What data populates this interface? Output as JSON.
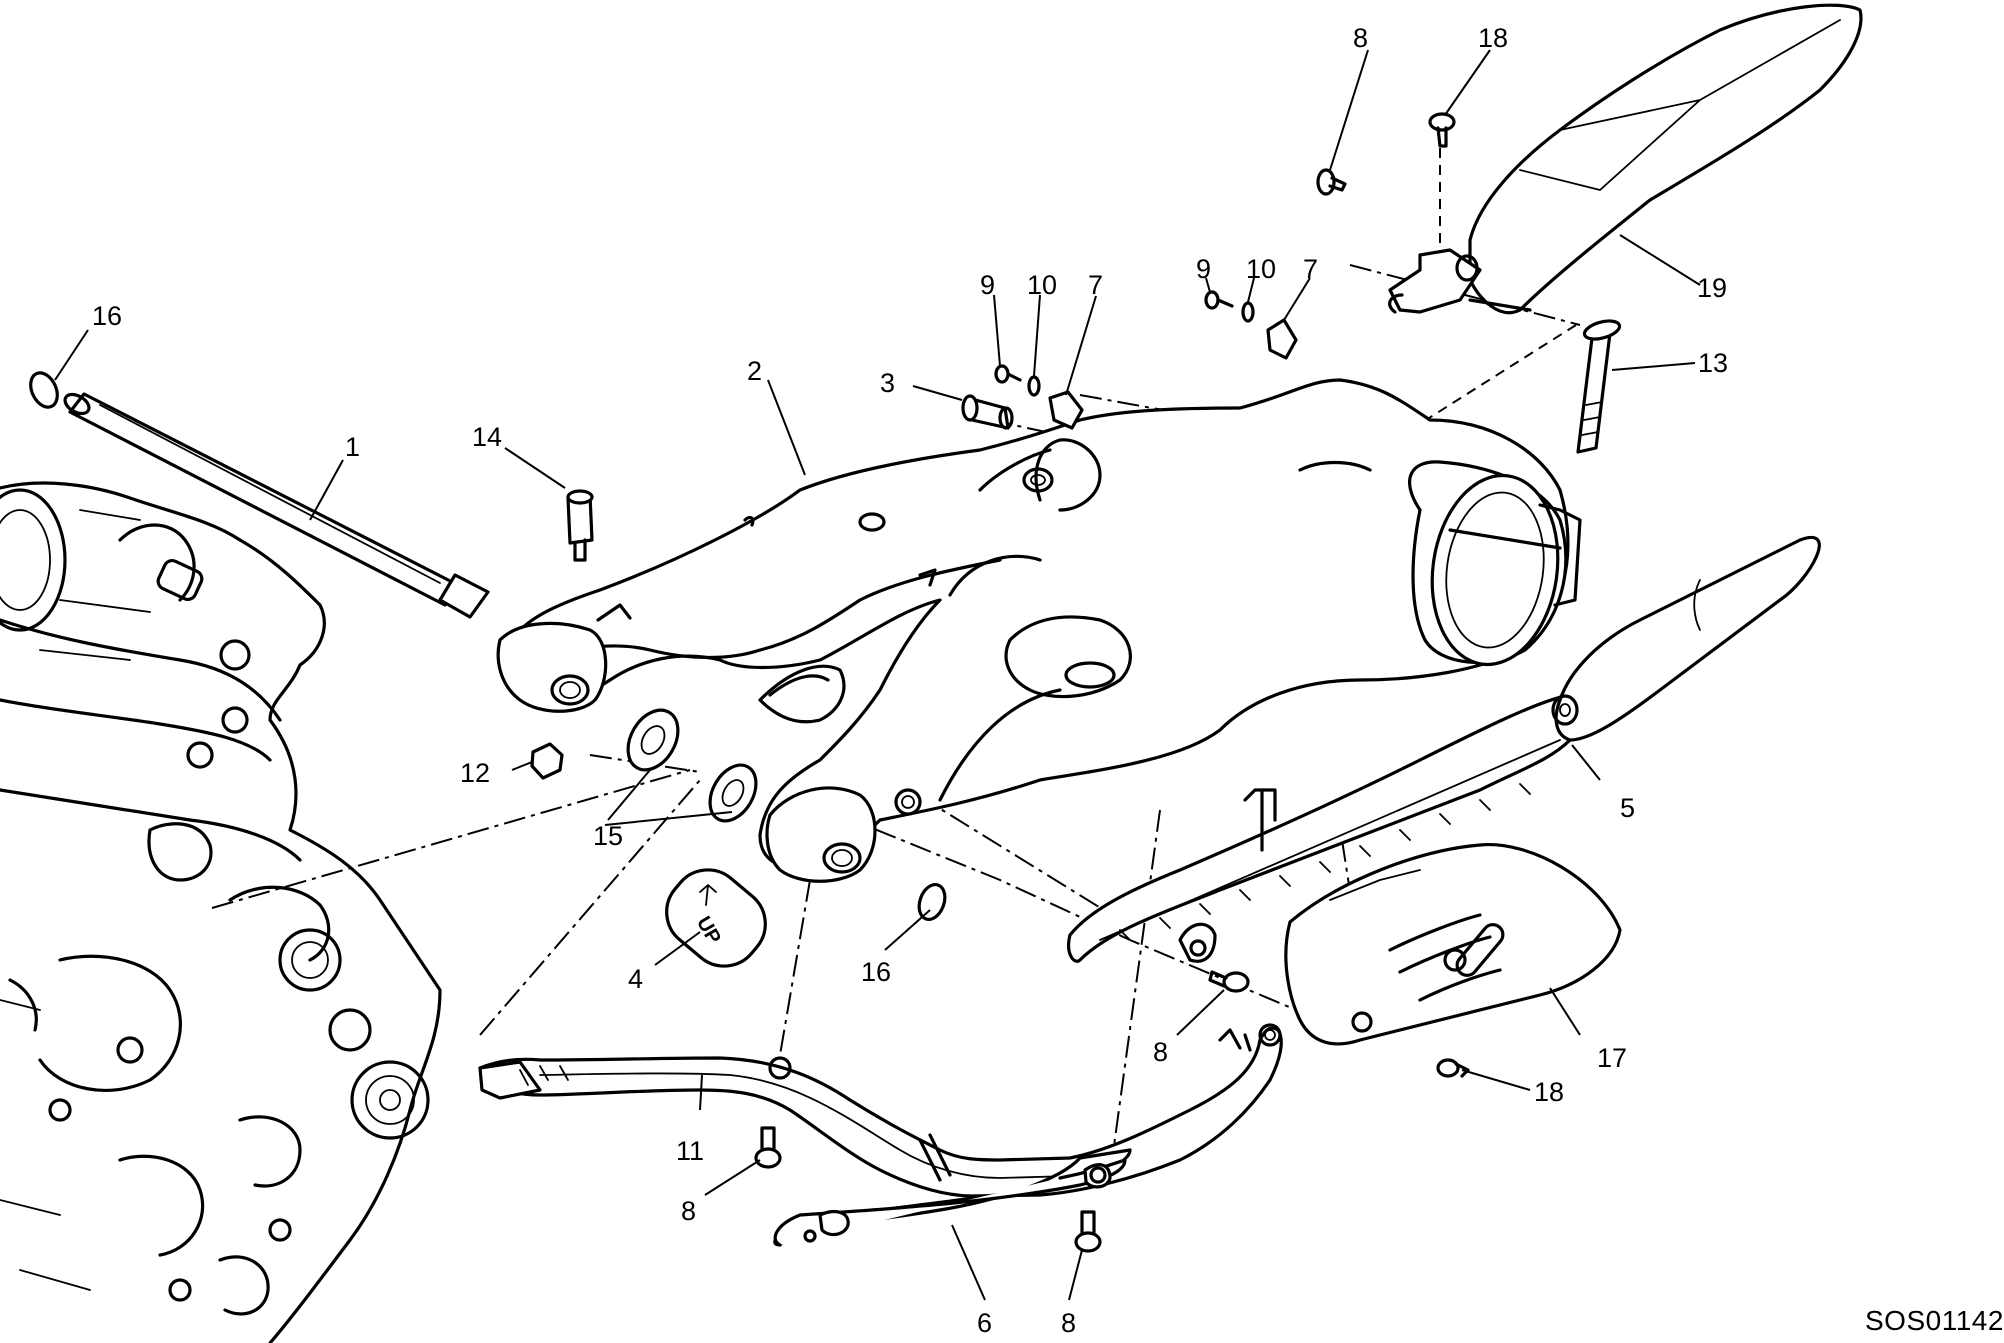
{
  "diagram": {
    "drawing_code": "SOS01142",
    "embossed_text": "UP",
    "callouts": [
      {
        "id": "c16a",
        "label": "16"
      },
      {
        "id": "c1",
        "label": "1"
      },
      {
        "id": "c14",
        "label": "14"
      },
      {
        "id": "c12",
        "label": "12"
      },
      {
        "id": "c2",
        "label": "2"
      },
      {
        "id": "c3",
        "label": "3"
      },
      {
        "id": "c9a",
        "label": "9"
      },
      {
        "id": "c10a",
        "label": "10"
      },
      {
        "id": "c7a",
        "label": "7"
      },
      {
        "id": "c9b",
        "label": "9"
      },
      {
        "id": "c10b",
        "label": "10"
      },
      {
        "id": "c7b",
        "label": "7"
      },
      {
        "id": "c8a",
        "label": "8"
      },
      {
        "id": "c18a",
        "label": "18"
      },
      {
        "id": "c19",
        "label": "19"
      },
      {
        "id": "c13",
        "label": "13"
      },
      {
        "id": "c15",
        "label": "15"
      },
      {
        "id": "c4",
        "label": "4"
      },
      {
        "id": "c16b",
        "label": "16"
      },
      {
        "id": "c5",
        "label": "5"
      },
      {
        "id": "c17",
        "label": "17"
      },
      {
        "id": "c18b",
        "label": "18"
      },
      {
        "id": "c8b",
        "label": "8"
      },
      {
        "id": "c11",
        "label": "11"
      },
      {
        "id": "c8c",
        "label": "8"
      },
      {
        "id": "c6",
        "label": "6"
      },
      {
        "id": "c8d",
        "label": "8"
      }
    ]
  }
}
